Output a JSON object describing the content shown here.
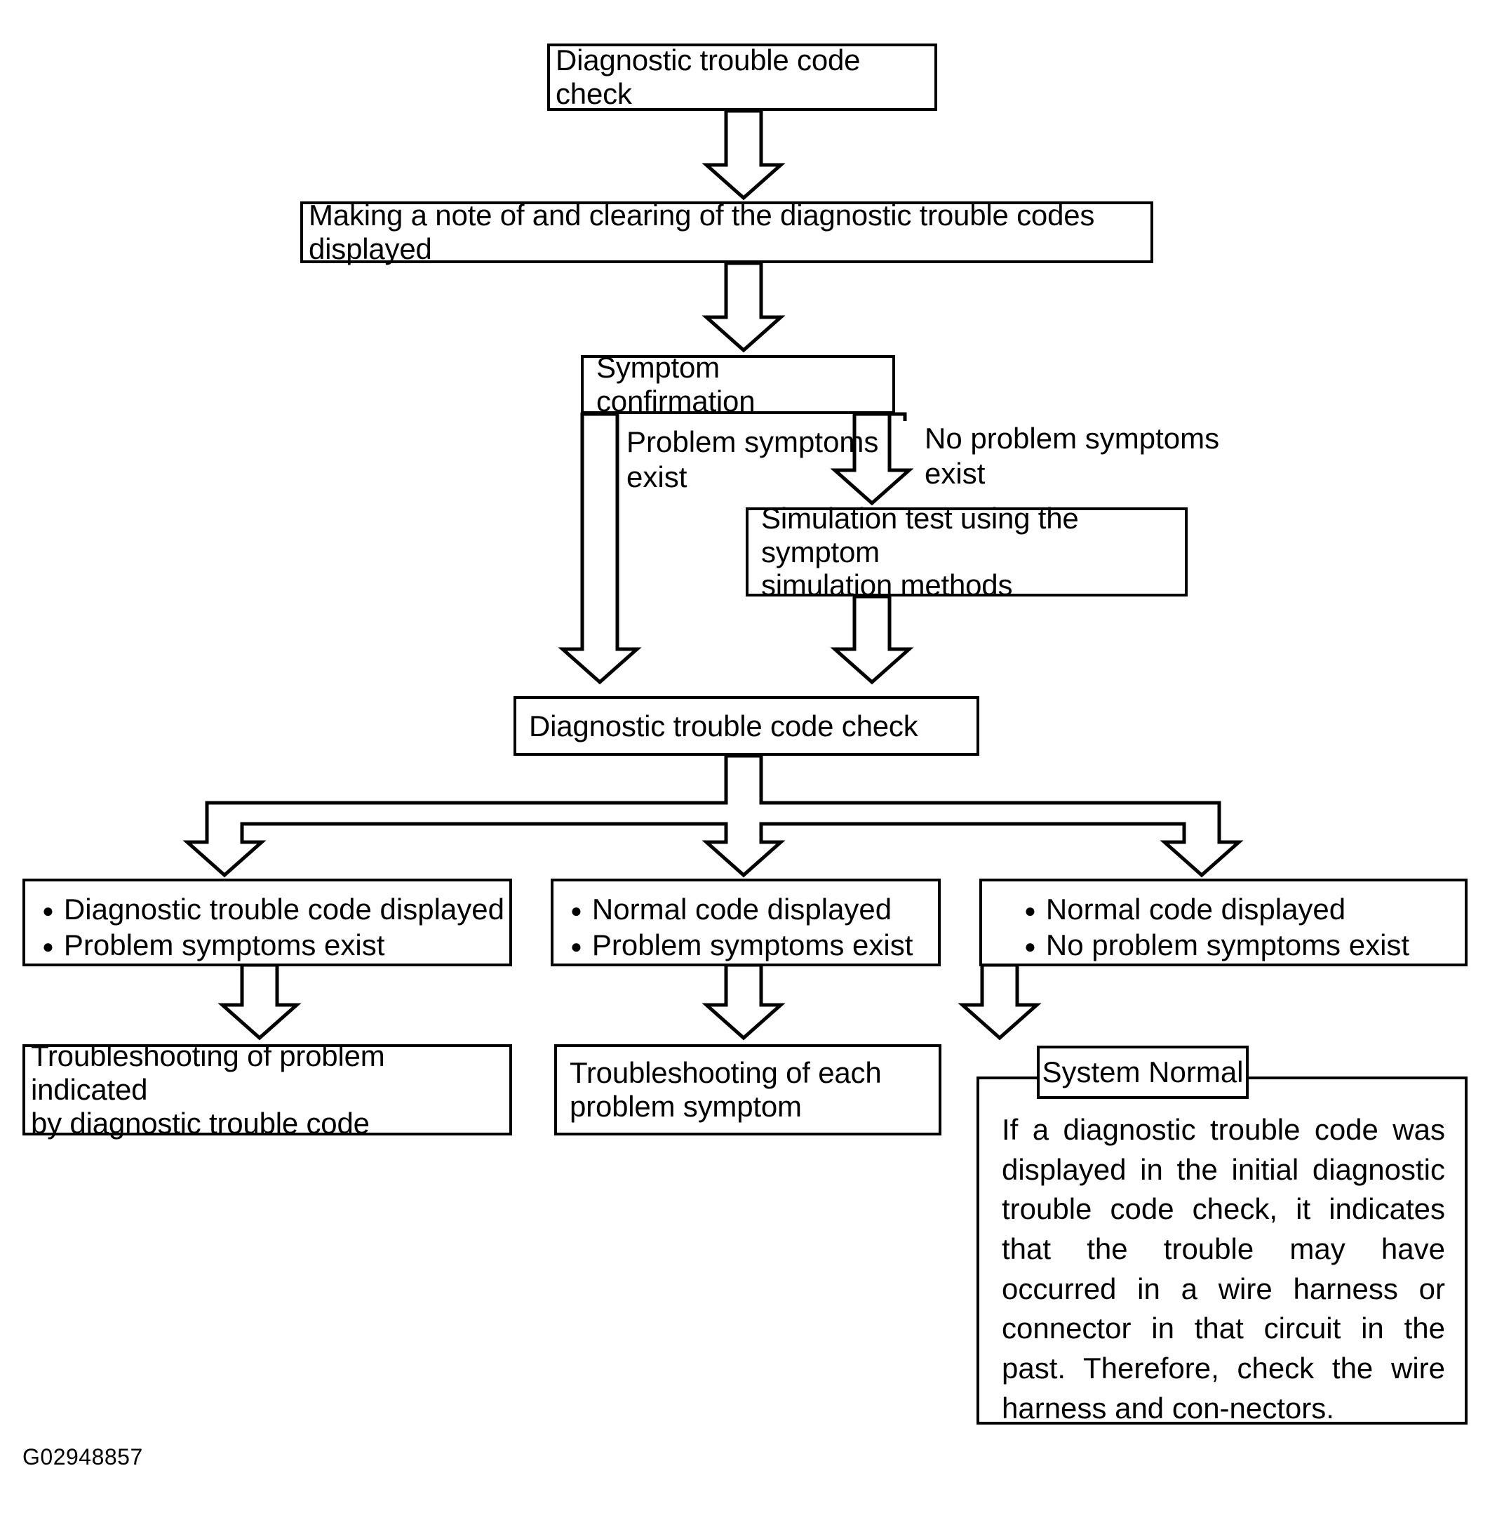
{
  "diagram": {
    "figure_code": "G02948857",
    "nodes": {
      "dtc_check_top": "Diagnostic trouble code check",
      "make_note": "Making a note of and clearing of the diagnostic trouble codes displayed",
      "symptom_confirmation": "Symptom confirmation",
      "simulation_test": "Simulation test using the symptom\nsimulation methods",
      "dtc_check_second": "Diagnostic trouble code check",
      "outcome_left": [
        "Diagnostic trouble code displayed",
        "Problem symptoms exist"
      ],
      "outcome_middle": [
        "Normal code displayed",
        "Problem symptoms exist"
      ],
      "outcome_right": [
        "Normal code displayed",
        "No problem symptoms exist"
      ],
      "action_left": "Troubleshooting of problem indicated\nby diagnostic trouble code",
      "action_middle": "Troubleshooting of each\nproblem symptom",
      "system_normal_title": "System Normal",
      "system_normal_body": "If a diagnostic trouble code was displayed in the initial diagnostic trouble code check, it indicates that the trouble may have occurred in a wire harness or connector in that circuit in the past. Therefore, check the wire harness and con-nectors."
    },
    "edge_labels": {
      "problem_symptoms_exist": "Problem symptoms\nexist",
      "no_problem_symptoms_exist": "No problem symptoms\nexist"
    },
    "colors": {
      "stroke": "#000000",
      "fill": "#ffffff"
    }
  }
}
